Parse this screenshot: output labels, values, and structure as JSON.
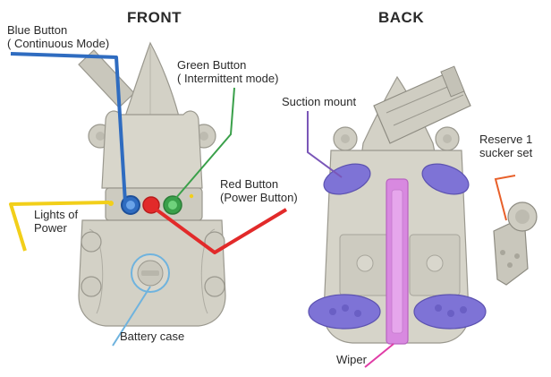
{
  "headings": {
    "front": "FRONT",
    "back": "BACK"
  },
  "labels": {
    "blue_button": "Blue Button\n( Continuous Mode)",
    "green_button": "Green Button\n( Intermittent mode)",
    "red_button": "Red Button\n(Power Button)",
    "lights": "Lights of\nPower",
    "battery_case": "Battery case",
    "suction_mount": "Suction mount",
    "reserve_sucker": "Reserve 1\nsucker set",
    "wiper": "Wiper"
  },
  "colors": {
    "blue_leader": "#2f6cc0",
    "green_leader": "#3aa04a",
    "red_leader": "#e22a2a",
    "yellow_leader": "#f2cf1a",
    "lightblue_leader": "#6fb3de",
    "purple_leader": "#7a56b8",
    "orange_leader": "#e8602a",
    "magenta_leader": "#e03ca6",
    "robot_fill": "#d3d1c6",
    "robot_outline": "#9a988e",
    "suction_cup": "#7e73d6",
    "wiper_bar": "#d889e0"
  }
}
